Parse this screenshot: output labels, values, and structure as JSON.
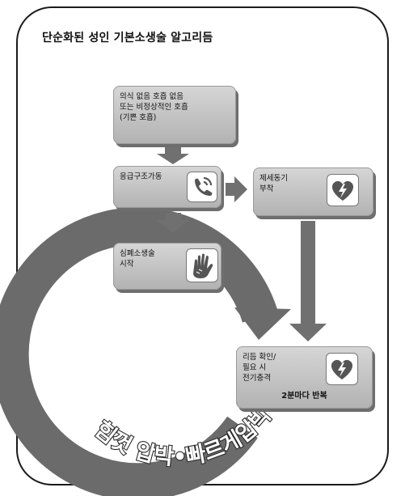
{
  "title": "단순화된 성인 기본소생술 알고리듬",
  "steps": {
    "unresponsive": {
      "text": "의식 없음 호흡 없음\n또는 비정상적인 호흡\n(기쁜 호흡)"
    },
    "activate_ems": {
      "text": "응급구조가동",
      "icon": "phone-icon"
    },
    "aed": {
      "text": "제세동기\n부착",
      "icon": "aed-heart-icon"
    },
    "start_cpr": {
      "text": "심폐소생술\n시작",
      "icon": "hands-icon"
    },
    "check_rhythm": {
      "text": "리듬 확인/\n필요 시\n전기충격",
      "icon": "aed-heart-icon",
      "repeat": "2분마다 반복"
    }
  },
  "band_text": "힘껏 압박•빠르게압박",
  "colors": {
    "band": "#6b6b6b",
    "box": "#c4c4c4",
    "arrow": "#707070"
  }
}
